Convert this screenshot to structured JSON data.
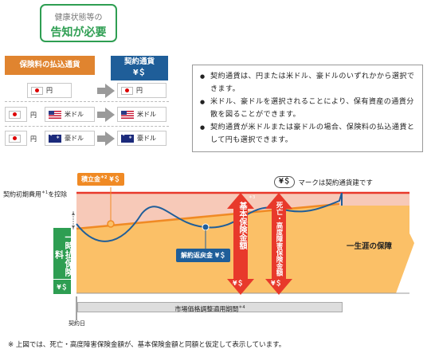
{
  "badge": {
    "line1": "健康状態等の",
    "line2": "告知が必要"
  },
  "table": {
    "header_left": "保険料の払込通貨",
    "header_right_line1": "契約通貨",
    "header_right_line2": "¥＄",
    "rows": [
      {
        "left": [
          "円"
        ],
        "right": "円"
      },
      {
        "left": [
          "円",
          "米ドル"
        ],
        "right": "米ドル"
      },
      {
        "left": [
          "円",
          "豪ドル"
        ],
        "right": "豪ドル"
      }
    ]
  },
  "bullets": [
    "契約通貨は、円または米ドル、豪ドルのいずれかから選択できます。",
    "米ドル、豪ドルを選択されることにより、保有資産の通貨分散を図ることができます。",
    "契約通貨が米ドルまたは豪ドルの場合、保険料の払込通貨として円も選択できます。"
  ],
  "chart": {
    "legend_mark": "¥＄",
    "legend_text": "マークは契約通貨建です",
    "initial_fee": "契約初期費用",
    "initial_fee_sup": "＊1",
    "initial_fee_suffix": "を控除",
    "accumulation": "積立金",
    "accumulation_sup": "＊2",
    "accumulation_yen": "¥＄",
    "lump_sum": "一時払保険料",
    "lump_sum_yen": "¥＄",
    "surrender": "解約返戻金",
    "surrender_yen": "¥＄",
    "basic_amount": "基本保険金額",
    "basic_amount_sup": "＊3",
    "basic_amount_yen": "¥＄",
    "death_amount": "死亡・高度障害保険金額",
    "death_amount_yen": "¥＄",
    "lifetime": "一生涯の保障",
    "market_period": "市場価格調整適用期間",
    "market_period_sup": "＊4",
    "contract_date": "契約日"
  },
  "footnote": "※ 上図では、死亡・高度障害保険金額が、基本保険金額と同額と仮定して表示しています。",
  "colors": {
    "green": "#2e9e52",
    "orange": "#f08a24",
    "blue": "#1f5e99",
    "red": "#e8392b",
    "pink": "#f7c9b8",
    "yellow": "#fbc067"
  }
}
